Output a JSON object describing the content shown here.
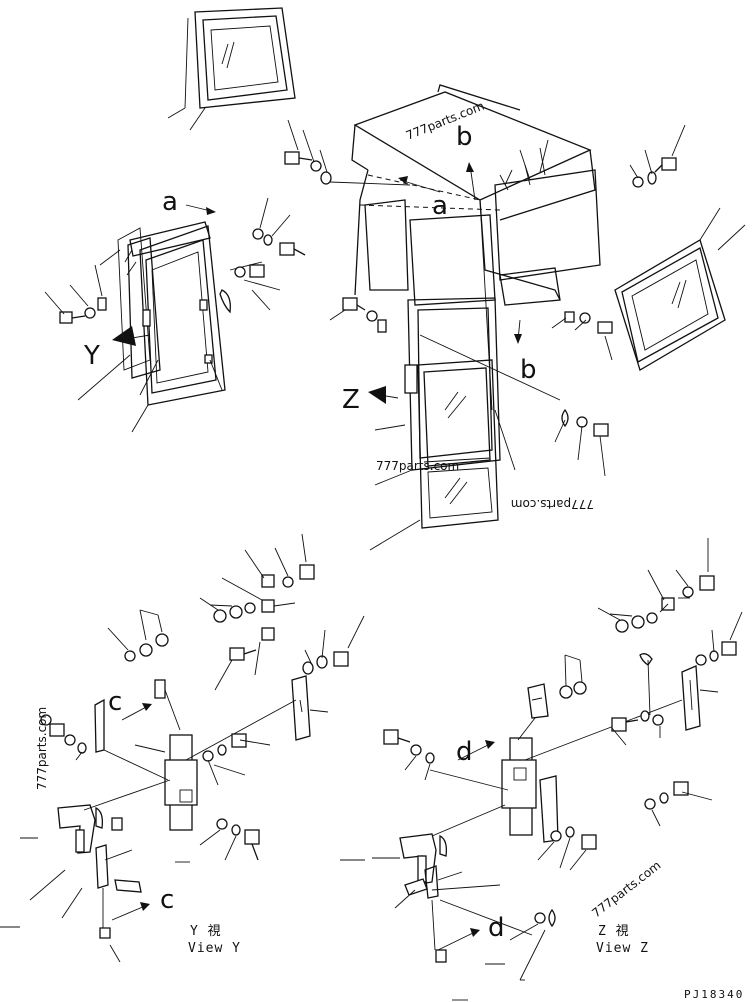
{
  "labels": {
    "a1": "a",
    "a2": "a",
    "b1": "b",
    "b2": "b",
    "c1": "c",
    "c2": "c",
    "d1": "d",
    "d2": "d",
    "y": "Y",
    "z": "Z"
  },
  "views": {
    "y_jp": "Y 視",
    "y_en": "View Y",
    "z_jp": "Z 視",
    "z_en": "View Z"
  },
  "watermarks": [
    "777parts.com",
    "777parts.com",
    "777parts.com",
    "777parts.com",
    "777parts.com"
  ],
  "drawing_code": "PJ18340"
}
